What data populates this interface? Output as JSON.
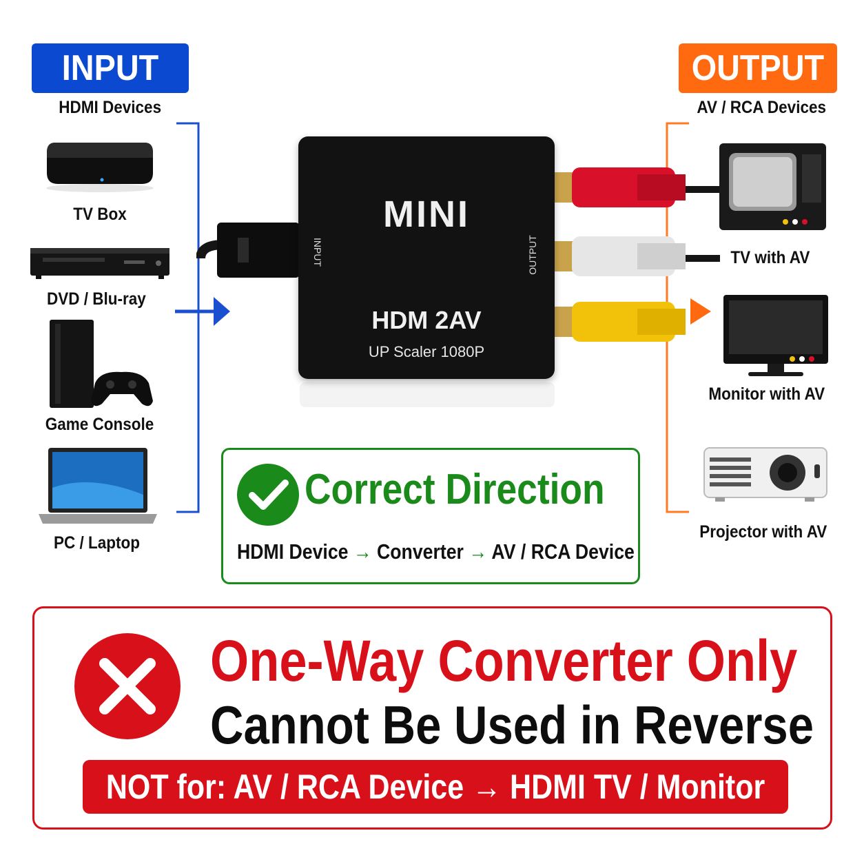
{
  "input": {
    "badge": "INPUT",
    "subtitle": "HDMI Devices",
    "color": "#0b4ad0",
    "devices": [
      {
        "label": "TV Box",
        "icon": "tv-box-icon"
      },
      {
        "label": "DVD / Blu-ray",
        "icon": "dvd-player-icon"
      },
      {
        "label": "Game Console",
        "icon": "game-console-icon"
      },
      {
        "label": "PC / Laptop",
        "icon": "laptop-icon"
      }
    ]
  },
  "output": {
    "badge": "OUTPUT",
    "subtitle": "AV / RCA Devices",
    "color": "#ff6a10",
    "devices": [
      {
        "label": "TV with AV",
        "icon": "crt-tv-icon"
      },
      {
        "label": "Monitor with AV",
        "icon": "monitor-icon"
      },
      {
        "label": "Projector with AV",
        "icon": "projector-icon"
      }
    ]
  },
  "converter": {
    "brand": "MINI",
    "input_port": "INPUT",
    "output_port": "OUTPUT",
    "model": "HDM 2AV",
    "spec": "UP Scaler 1080P",
    "cable_colors": [
      "#d8102a",
      "#e6e6e6",
      "#f2c20a"
    ]
  },
  "correct": {
    "title": "Correct Direction",
    "step1": "HDMI Device",
    "step2": "Converter",
    "step3": "AV / RCA Device",
    "color": "#1a8a1a",
    "icon": "check-circle-icon"
  },
  "warning": {
    "title": "One-Way Converter Only",
    "subtitle": "Cannot Be Used in Reverse",
    "not_for_prefix": "NOT for: AV / RCA Device",
    "not_for_suffix": "HDMI TV / Monitor",
    "color": "#d8101a",
    "icon": "x-circle-icon"
  }
}
